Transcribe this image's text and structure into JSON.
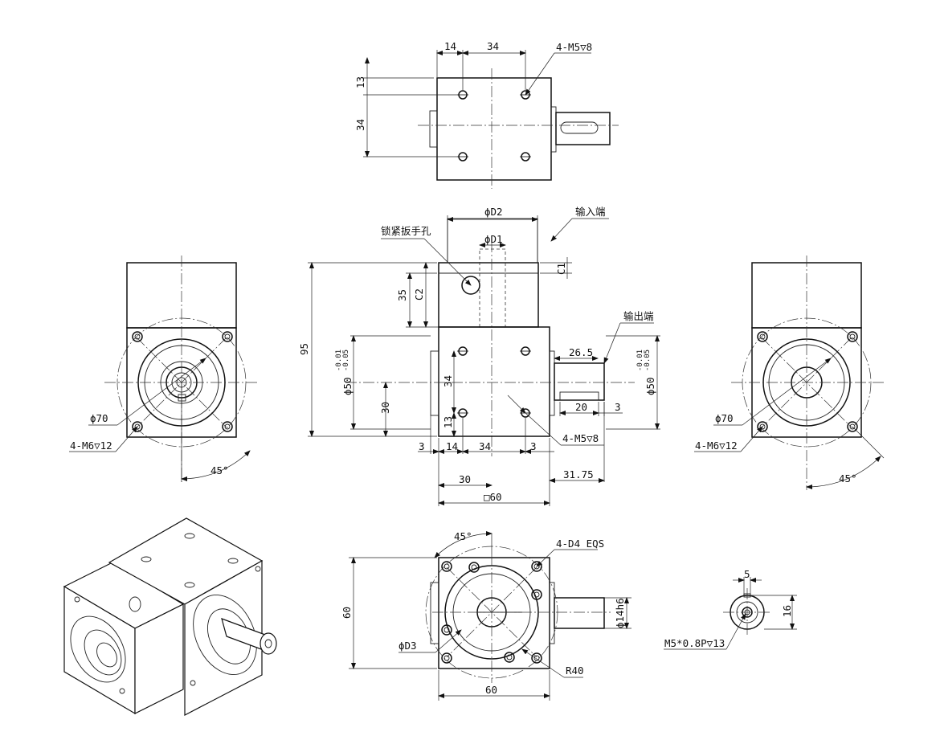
{
  "labels": {
    "top_dim_14": "14",
    "top_dim_34": "34",
    "top_holes": "4-M5▽8",
    "top_dim_13": "13",
    "top_side_34": "34",
    "d2": "ϕD2",
    "input_end": "输入端",
    "wrench_hole": "锁紧扳手孔",
    "d1": "ϕD1",
    "c1": "C1",
    "dim_35": "35",
    "c2": "C2",
    "output_end": "输出端",
    "dim_95": "95",
    "shaft_26_5": "26.5",
    "fit_50": "ϕ50",
    "fit_tol_upper": "-0.01",
    "fit_tol_lower": "-0.05",
    "dim_30_v": "30",
    "front_34": "34",
    "front_13": "13",
    "key_20": "20",
    "key_3": "3",
    "front_holes": "4-M5▽8",
    "b3_left": "3",
    "b14": "14",
    "b34": "34",
    "b3_right": "3",
    "b30": "30",
    "b31_75": "31.75",
    "square_60": "□60",
    "phi70_left": "ϕ70",
    "m6_left": "4-M6▽12",
    "angle_45_left": "45°",
    "phi70_right": "ϕ70",
    "m6_right": "4-M6▽12",
    "angle_45_right": "45°",
    "angle_45_bottom": "45°",
    "d4_holes": "4-D4 EQS",
    "dim_60_v": "60",
    "d3": "ϕD3",
    "r40": "R40",
    "dim_60_h": "60",
    "shaft_14h6": "ϕ14h6",
    "key_5": "5",
    "shaft_16": "16",
    "thread_m5": "M5*0.8P▽13"
  }
}
